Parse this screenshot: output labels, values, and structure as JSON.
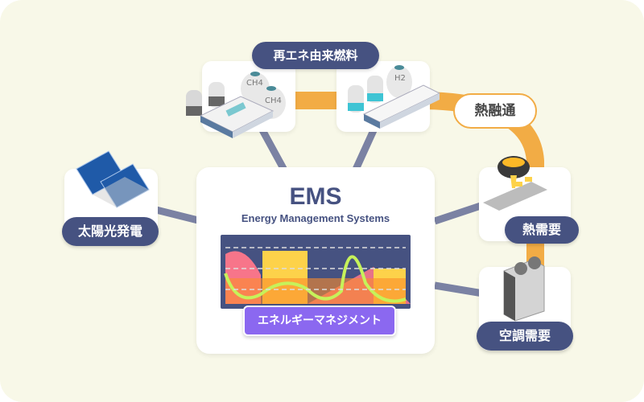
{
  "hub": {
    "title": "EMS",
    "subtitle": "Energy Management Systems",
    "badge": "エネルギーマネジメント"
  },
  "nodes": {
    "fuel_label": "再エネ由来燃料",
    "heat_sharing_label": "熱融通",
    "solar_label": "太陽光発電",
    "heat_demand_label": "熱需要",
    "ac_demand_label": "空調需要",
    "tank_ch4": "CH4",
    "tank_h2": "H2"
  },
  "colors": {
    "background": "#f8f8e8",
    "navy": "#465281",
    "heat_flow": "#f2ac45",
    "badge": "#8b68f0",
    "chart_bg": "#465281",
    "chart_pink": "#f7758a",
    "chart_yellow": "#fdd24a",
    "chart_orange": "#fb8c2c",
    "chart_green": "#c6f25a"
  }
}
